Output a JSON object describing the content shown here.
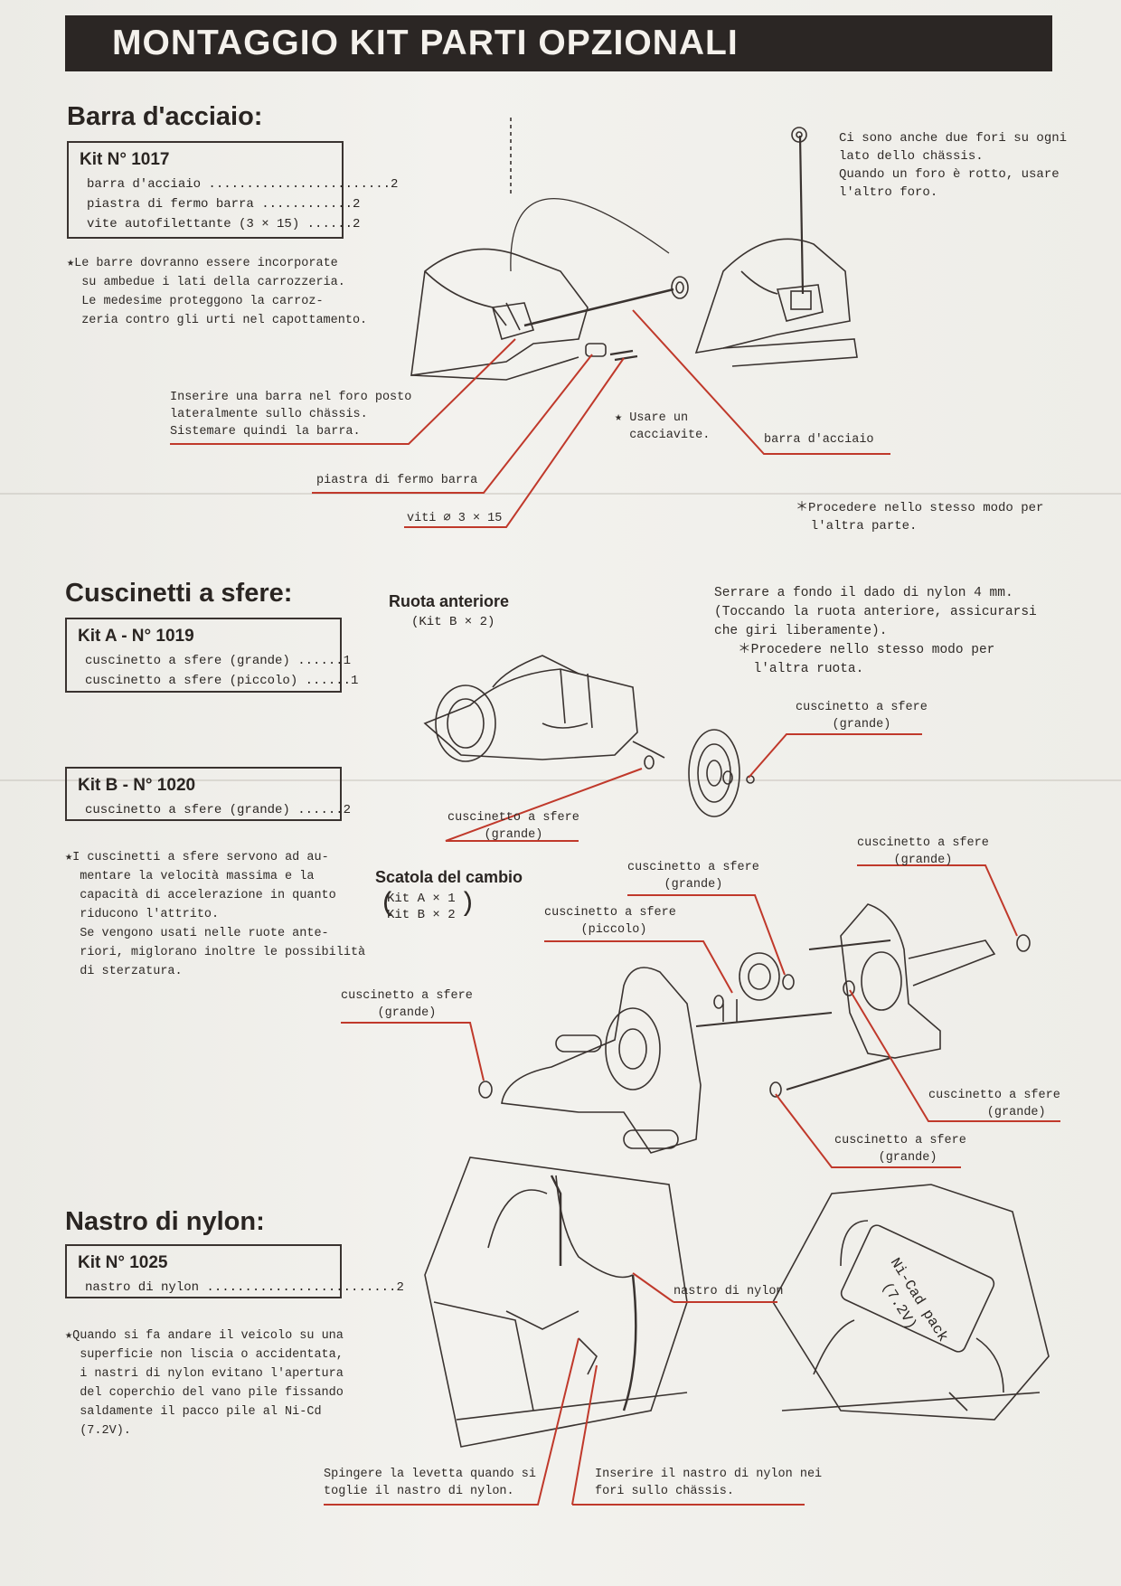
{
  "header": {
    "title": "MONTAGGIO KIT PARTI OPZIONALI"
  },
  "colors": {
    "header_bg": "#2b2624",
    "leader_red": "#c0392b",
    "ink": "#2a2522"
  },
  "section_barra": {
    "title": "Barra d'acciaio:",
    "kit": {
      "title": "Kit N° 1017",
      "lines": [
        "barra d'acciaio ........................2",
        "piastra di fermo barra ............2",
        "vite autofilettante (3 × 15) ......2"
      ]
    },
    "note": "★Le barre dovranno essere incorporate\n  su ambedue i lati della carrozzeria.\n  Le medesime proteggono la carroz-\n  zeria contro gli urti nel capottamento.",
    "label_side_holes": "Ci sono anche due fori su ogni\nlato dello chässis.\nQuando un foro è rotto, usare\nl'altro foro.",
    "label_insert": "Inserire una barra nel foro posto\nlateralmente sullo chässis.\nSistemare quindi la barra.",
    "label_screwdriver": "★ Usare un\n  cacciavite.",
    "label_bar": "barra d'acciaio",
    "label_plate": "piastra di fermo barra",
    "label_screws": "viti ∅ 3 × 15",
    "label_other_side": "＊Procedere nello stesso modo per\n  l'altra parte."
  },
  "section_cuscinetti": {
    "title": "Cuscinetti a sfere:",
    "kit_a": {
      "title": "Kit A - N° 1019",
      "lines": [
        "cuscinetto a sfere (grande) ......1",
        "cuscinetto a sfere (piccolo) ......1"
      ]
    },
    "kit_b": {
      "title": "Kit B - N° 1020",
      "lines": [
        "cuscinetto a sfere (grande) ......2"
      ]
    },
    "note": "★I cuscinetti a sfere servono ad au-\n  mentare la velocità massima e la\n  capacità di accelerazione in quanto\n  riducono l'attrito.\n  Se vengono usati nelle ruote ante-\n  riori, miglorano inoltre le possibilità\n  di sterzatura.",
    "front_wheel": {
      "title": "Ruota anteriore",
      "sub": "(Kit B × 2)"
    },
    "gearbox": {
      "title": "Scatola del cambio",
      "sub1": "Kit A × 1",
      "sub2": "Kit B × 2"
    },
    "label_tighten": "Serrare a fondo il dado di nylon 4 mm.\n(Toccando la ruota anteriore, assicurarsi\nche giri liberamente).\n   ＊Procedere nello stesso modo per\n     l'altra ruota.",
    "label_fw_large_r": "cuscinetto a sfere\n     (grande)",
    "label_fw_large_l": "cuscinetto a sfere\n     (grande)",
    "label_gb_large_top": "cuscinetto a sfere\n     (grande)",
    "label_gb_large_tr": "cuscinetto a sfere\n     (grande)",
    "label_gb_small": "cuscinetto a sfere\n     (piccolo)",
    "label_gb_large_left": "cuscinetto a sfere\n     (grande)",
    "label_gb_large_br1": "cuscinetto a sfere\n        (grande)",
    "label_gb_large_br2": "cuscinetto a sfere\n      (grande)"
  },
  "section_nastro": {
    "title": "Nastro di nylon:",
    "kit": {
      "title": "Kit N° 1025",
      "lines": [
        "nastro di nylon .........................2"
      ]
    },
    "note": "★Quando si fa andare il veicolo su una\n  superficie non liscia o accidentata,\n  i nastri di nylon evitano l'apertura\n  del coperchio del vano pile fissando\n  saldamente il pacco pile al Ni-Cd\n  (7.2V).",
    "label_strap": "nastro di nylon",
    "label_push": "Spingere la levetta quando si\ntoglie il nastro di nylon.",
    "label_insert_strap": "Inserire il nastro di nylon nei\nfori sullo chässis.",
    "battery_text": "Ni-Cad pack\n(7.2V)"
  }
}
